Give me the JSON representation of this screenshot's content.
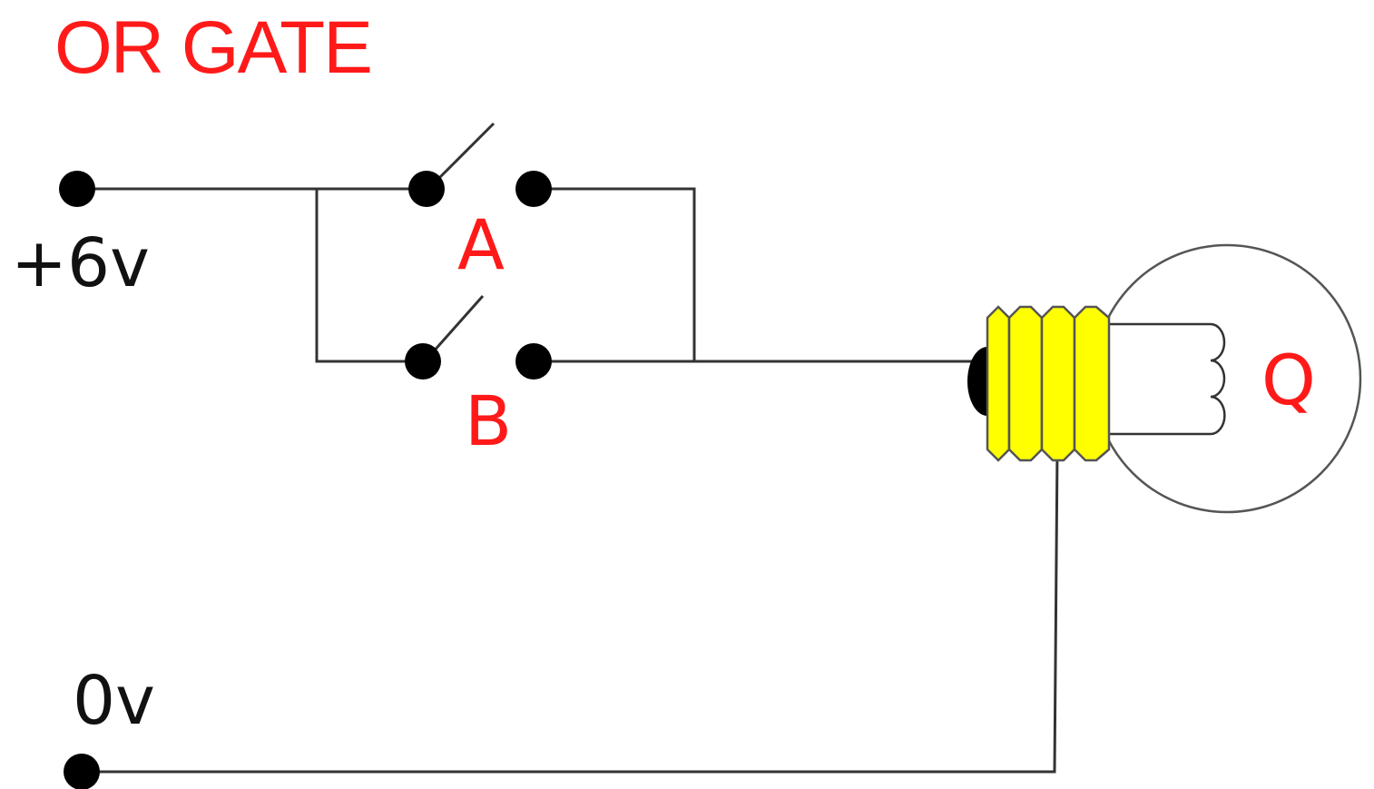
{
  "title": "OR GATE",
  "labels": {
    "supply_positive": "+6v",
    "supply_zero": "0v",
    "switch_a": "A",
    "switch_b": "B",
    "output": "Q"
  },
  "colors": {
    "label_red": "#ff1a1a",
    "wire": "#333333",
    "bulb_base": "#ffff00",
    "text_black": "#111111"
  }
}
